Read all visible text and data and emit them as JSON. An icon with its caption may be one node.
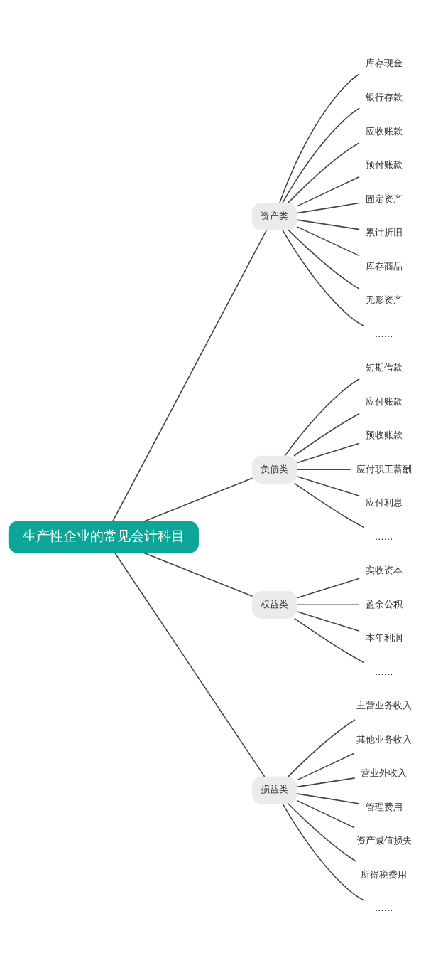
{
  "diagram": {
    "nodes": [
      {
        "text": [
          "生产性企业的常见会计科目"
        ]
      },
      {
        "text": [
          "资产类"
        ]
      },
      {
        "text": [
          "库存现金"
        ]
      },
      {
        "text": [
          "银行存款"
        ]
      },
      {
        "text": [
          "应收账款"
        ]
      },
      {
        "text": [
          "预付账款"
        ]
      },
      {
        "text": [
          "固定资产"
        ]
      },
      {
        "text": [
          "累计折旧"
        ]
      },
      {
        "text": [
          "库存商品"
        ]
      },
      {
        "text": [
          "无形资产"
        ]
      },
      {
        "text": [
          "……"
        ]
      },
      {
        "text": [
          "负债类"
        ]
      },
      {
        "text": [
          "短期借款"
        ]
      },
      {
        "text": [
          "应付账款"
        ]
      },
      {
        "text": [
          "预收账款"
        ]
      },
      {
        "text": [
          "应付职工薪酬"
        ]
      },
      {
        "text": [
          "应付利息"
        ]
      },
      {
        "text": [
          "……"
        ]
      },
      {
        "text": [
          "权益类"
        ]
      },
      {
        "text": [
          "实收资本"
        ]
      },
      {
        "text": [
          "盈余公积"
        ]
      },
      {
        "text": [
          "本年利润"
        ]
      },
      {
        "text": [
          "……"
        ]
      },
      {
        "text": [
          "损益类"
        ]
      },
      {
        "text": [
          "主营业务收入"
        ]
      },
      {
        "text": [
          "其他业务收入"
        ]
      },
      {
        "text": [
          "营业外收入"
        ]
      },
      {
        "text": [
          "管理费用"
        ]
      },
      {
        "text": [
          "资产减值损失"
        ]
      },
      {
        "text": [
          "所得税费用"
        ]
      },
      {
        "text": [
          "……"
        ]
      }
    ],
    "edges": [
      {
        "from": 0,
        "to": 1,
        "arrow": "none"
      },
      {
        "from": 1,
        "to": 2,
        "arrow": "none"
      },
      {
        "from": 1,
        "to": 3,
        "arrow": "none"
      },
      {
        "from": 1,
        "to": 4,
        "arrow": "none"
      },
      {
        "from": 1,
        "to": 5,
        "arrow": "none"
      },
      {
        "from": 1,
        "to": 6,
        "arrow": "none"
      },
      {
        "from": 1,
        "to": 7,
        "arrow": "none"
      },
      {
        "from": 1,
        "to": 8,
        "arrow": "none"
      },
      {
        "from": 1,
        "to": 9,
        "arrow": "none"
      },
      {
        "from": 1,
        "to": 10,
        "arrow": "none"
      },
      {
        "from": 0,
        "to": 11,
        "arrow": "none"
      },
      {
        "from": 11,
        "to": 12,
        "arrow": "none"
      },
      {
        "from": 11,
        "to": 13,
        "arrow": "none"
      },
      {
        "from": 11,
        "to": 14,
        "arrow": "none"
      },
      {
        "from": 11,
        "to": 15,
        "arrow": "none"
      },
      {
        "from": 11,
        "to": 16,
        "arrow": "none"
      },
      {
        "from": 11,
        "to": 17,
        "arrow": "none"
      },
      {
        "from": 0,
        "to": 18,
        "arrow": "none"
      },
      {
        "from": 18,
        "to": 19,
        "arrow": "none"
      },
      {
        "from": 18,
        "to": 20,
        "arrow": "none"
      },
      {
        "from": 18,
        "to": 21,
        "arrow": "none"
      },
      {
        "from": 18,
        "to": 22,
        "arrow": "none"
      },
      {
        "from": 0,
        "to": 23,
        "arrow": "none"
      },
      {
        "from": 23,
        "to": 24,
        "arrow": "none"
      },
      {
        "from": 23,
        "to": 25,
        "arrow": "none"
      },
      {
        "from": 23,
        "to": 26,
        "arrow": "none"
      },
      {
        "from": 23,
        "to": 27,
        "arrow": "none"
      },
      {
        "from": 23,
        "to": 28,
        "arrow": "none"
      },
      {
        "from": 23,
        "to": 29,
        "arrow": "none"
      },
      {
        "from": 23,
        "to": 30,
        "arrow": "none"
      }
    ]
  }
}
